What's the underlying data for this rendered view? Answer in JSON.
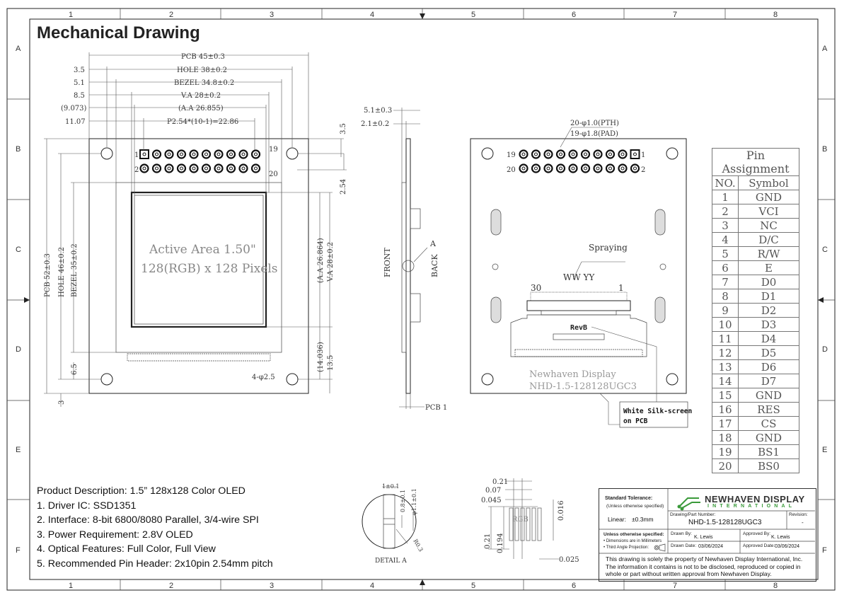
{
  "title": "Mechanical Drawing",
  "zones": {
    "columns": [
      "1",
      "2",
      "3",
      "4",
      "5",
      "6",
      "7",
      "8"
    ],
    "rows": [
      "A",
      "B",
      "C",
      "D",
      "E",
      "F"
    ]
  },
  "front": {
    "dims_top": {
      "pcb": "PCB 45±0.3",
      "hole": "HOLE 38±0.2",
      "bezel": "BEZEL 34.8±0.2",
      "va": "V.A 28±0.2",
      "aa": "(A.A 26.855)",
      "pitch": "P2.54*(10-1)=22.86",
      "hole_off": "3.5",
      "bezel_off": "5.1",
      "va_off": "8.5",
      "aa_off": "(9.073)",
      "pin_off": "11.07"
    },
    "dims_left": {
      "pcb": "PCB 52±0.3",
      "hole": "HOLE 46±0.2",
      "bezel": "BEZEL 35±0.2",
      "bottom_off": "6.5",
      "bottom_edge": "3"
    },
    "dims_right": {
      "top_hole": "3.5",
      "row_pitch": "2.54",
      "aa": "(A.A 26.864)",
      "va": "V.A 28±0.2",
      "aa_bottom": "(14.036)",
      "va_bottom": "13.5",
      "hole_dia": "4-φ2.5"
    },
    "pin_labels": {
      "p1": "1",
      "p2": "2",
      "p19": "19",
      "p20": "20"
    },
    "active_area_line1": "Active Area 1.50\"",
    "active_area_line2": "128(RGB) x 128 Pixels"
  },
  "side": {
    "dim_top1": "5.1±0.3",
    "dim_top2": "2.1±0.2",
    "front_label": "FRONT",
    "back_label": "BACK",
    "detail_ref": "A",
    "pcb_thk": "PCB 1"
  },
  "back": {
    "pth_note": "20-φ1.0(PTH)",
    "pad_note": "19-φ1.8(PAD)",
    "pin_labels": {
      "p19": "19",
      "p1": "1",
      "p20": "20",
      "p2": "2"
    },
    "spraying": "Spraying",
    "date_code": "WW YY",
    "fpc_30": "30",
    "fpc_1": "1",
    "rev": "RevB",
    "silk_brand": "Newhaven Display",
    "silk_part": "NHD-1.5-128128UGC3",
    "callout_line1": "White Silk-screen",
    "callout_line2": "on PCB"
  },
  "pin_table": {
    "title": "Pin Assignment",
    "col_no": "NO.",
    "col_symbol": "Symbol",
    "rows": [
      {
        "no": "1",
        "sym": "GND"
      },
      {
        "no": "2",
        "sym": "VCI"
      },
      {
        "no": "3",
        "sym": "NC"
      },
      {
        "no": "4",
        "sym": "D/C"
      },
      {
        "no": "5",
        "sym": "R/W"
      },
      {
        "no": "6",
        "sym": "E"
      },
      {
        "no": "7",
        "sym": "D0"
      },
      {
        "no": "8",
        "sym": "D1"
      },
      {
        "no": "9",
        "sym": "D2"
      },
      {
        "no": "10",
        "sym": "D3"
      },
      {
        "no": "11",
        "sym": "D4"
      },
      {
        "no": "12",
        "sym": "D5"
      },
      {
        "no": "13",
        "sym": "D6"
      },
      {
        "no": "14",
        "sym": "D7"
      },
      {
        "no": "15",
        "sym": "GND"
      },
      {
        "no": "16",
        "sym": "RES"
      },
      {
        "no": "17",
        "sym": "CS"
      },
      {
        "no": "18",
        "sym": "GND"
      },
      {
        "no": "19",
        "sym": "BS1"
      },
      {
        "no": "20",
        "sym": "BS0"
      }
    ]
  },
  "description": [
    "Product Description: 1.5” 128x128 Color OLED",
    "1. Driver IC: SSD1351",
    "2. Interface: 8-bit 6800/8080 Parallel, 3/4-wire SPI",
    "3. Power Requirement: 2.8V OLED",
    "4. Optical Features: Full Color, Full View",
    "5. Recommended Pin Header: 2x10pin 2.54mm pitch"
  ],
  "detail_a": {
    "label": "DETAIL A",
    "d1": "1±0.1",
    "d2": "0.8±0.1",
    "d3": "φ1.1±0.1",
    "r": "R0.3"
  },
  "pixel_detail": {
    "d021": "0.21",
    "d007": "0.07",
    "d0045": "0.045",
    "d0016": "0.016",
    "d021b": "0.21",
    "d0194": "0.194",
    "d0025": "0.025",
    "rgb": "RGB"
  },
  "title_block": {
    "std_tol": "Standard Tolerance:",
    "std_tol_sub": "(Unless otherwise specified)",
    "linear_lbl": "Linear:",
    "linear_val": "±0.3mm",
    "logo": "NEWHAVEN DISPLAY",
    "logo_sub": "INTERNATIONAL",
    "part_lbl": "Drawing/Part Number:",
    "part_val": "NHD-1.5-128128UGC3",
    "rev_lbl": "Revision:",
    "rev_val": "-",
    "unless": "Unless otherwise specified:",
    "unless_1": "• Dimensions are in Millimeters",
    "unless_2": "• Third Angle Projection:",
    "drawn_lbl": "Drawn By:",
    "drawn_val": "K. Lewis",
    "appr_lbl": "Approved By:",
    "appr_val": "K. Lewis",
    "ddate_lbl": "Drawn Date:",
    "ddate_val": "03/06/2024",
    "adate_lbl": "Approved Date:",
    "adate_val": "03/06/2024",
    "notice": "This drawing is solely the property of Newhaven Display International, Inc. The information it contains is not to be disclosed, reproduced or copied in whole or part without written approval from Newhaven Display."
  },
  "colors": {
    "line": "#222222",
    "logo_green": "#3a9a3a"
  }
}
